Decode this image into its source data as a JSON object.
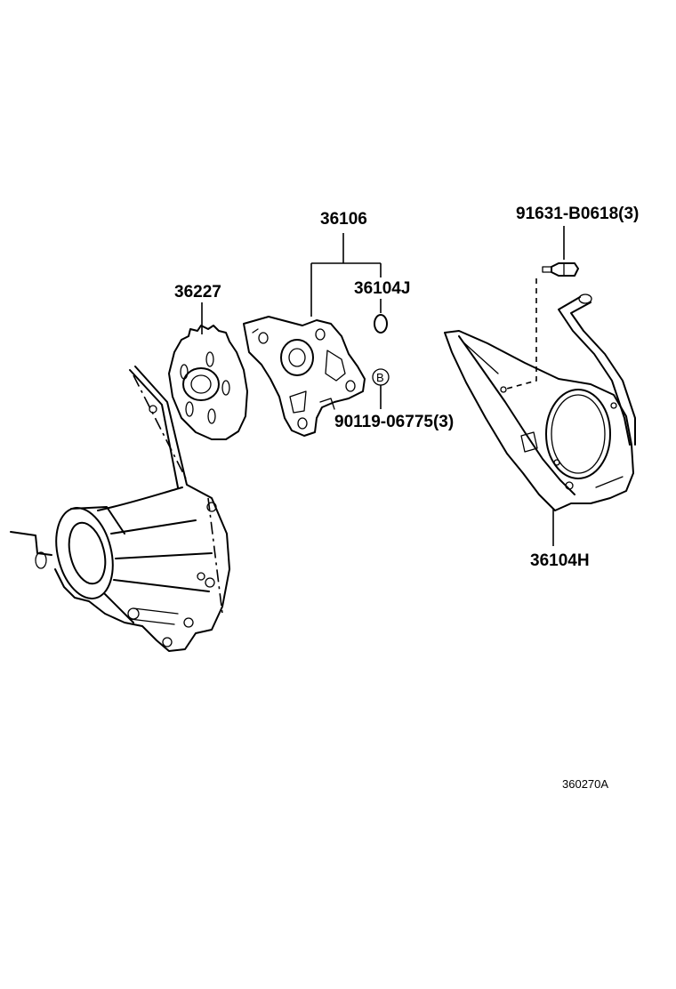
{
  "labels": {
    "part_36106": "36106",
    "part_36227": "36227",
    "part_36104J": "36104J",
    "part_90119": "90119-06775(3)",
    "part_91631": "91631-B0618(3)",
    "part_36104H": "36104H",
    "marker_b": "B",
    "diagram_code": "360270A"
  }
}
